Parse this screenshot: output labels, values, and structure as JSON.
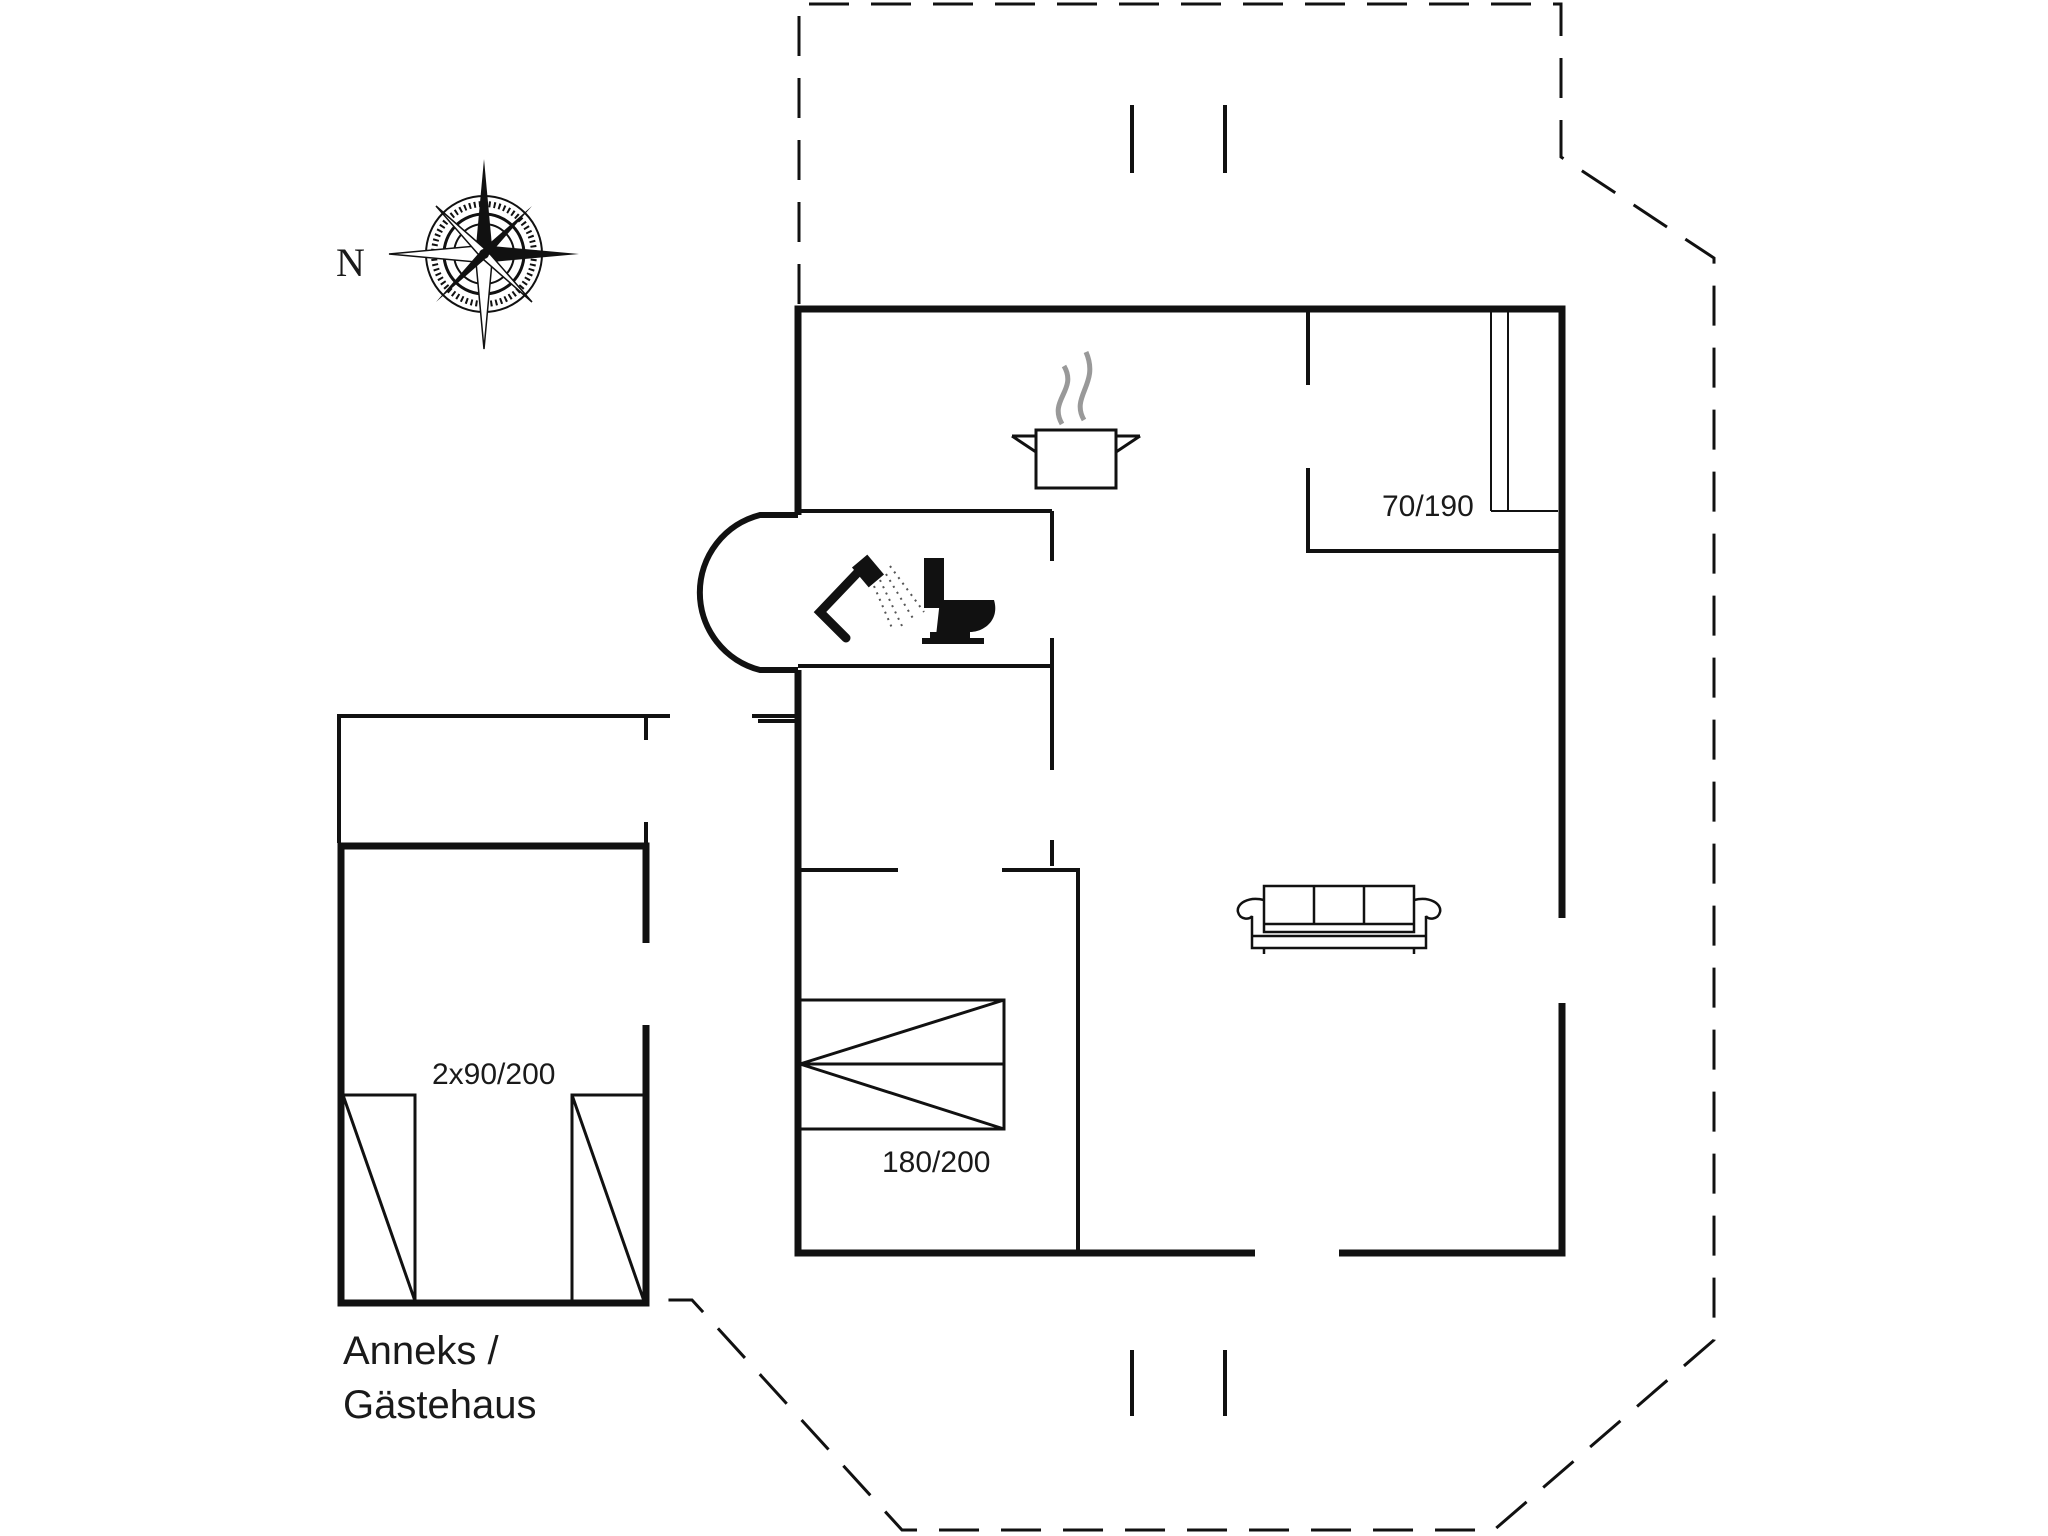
{
  "compass": {
    "north_label": "N"
  },
  "rooms": {
    "bedroom_small_bed": "70/190",
    "bedroom_double_bed": "180/200",
    "annex_beds": "2x90/200"
  },
  "annex_title": {
    "line1": "Anneks /",
    "line2": "Gästehaus"
  },
  "icons": [
    "compass-rose-icon",
    "cooking-pot-icon",
    "shower-icon",
    "toilet-icon",
    "sofa-icon"
  ],
  "colors": {
    "ink": "#111111",
    "background": "#ffffff"
  }
}
